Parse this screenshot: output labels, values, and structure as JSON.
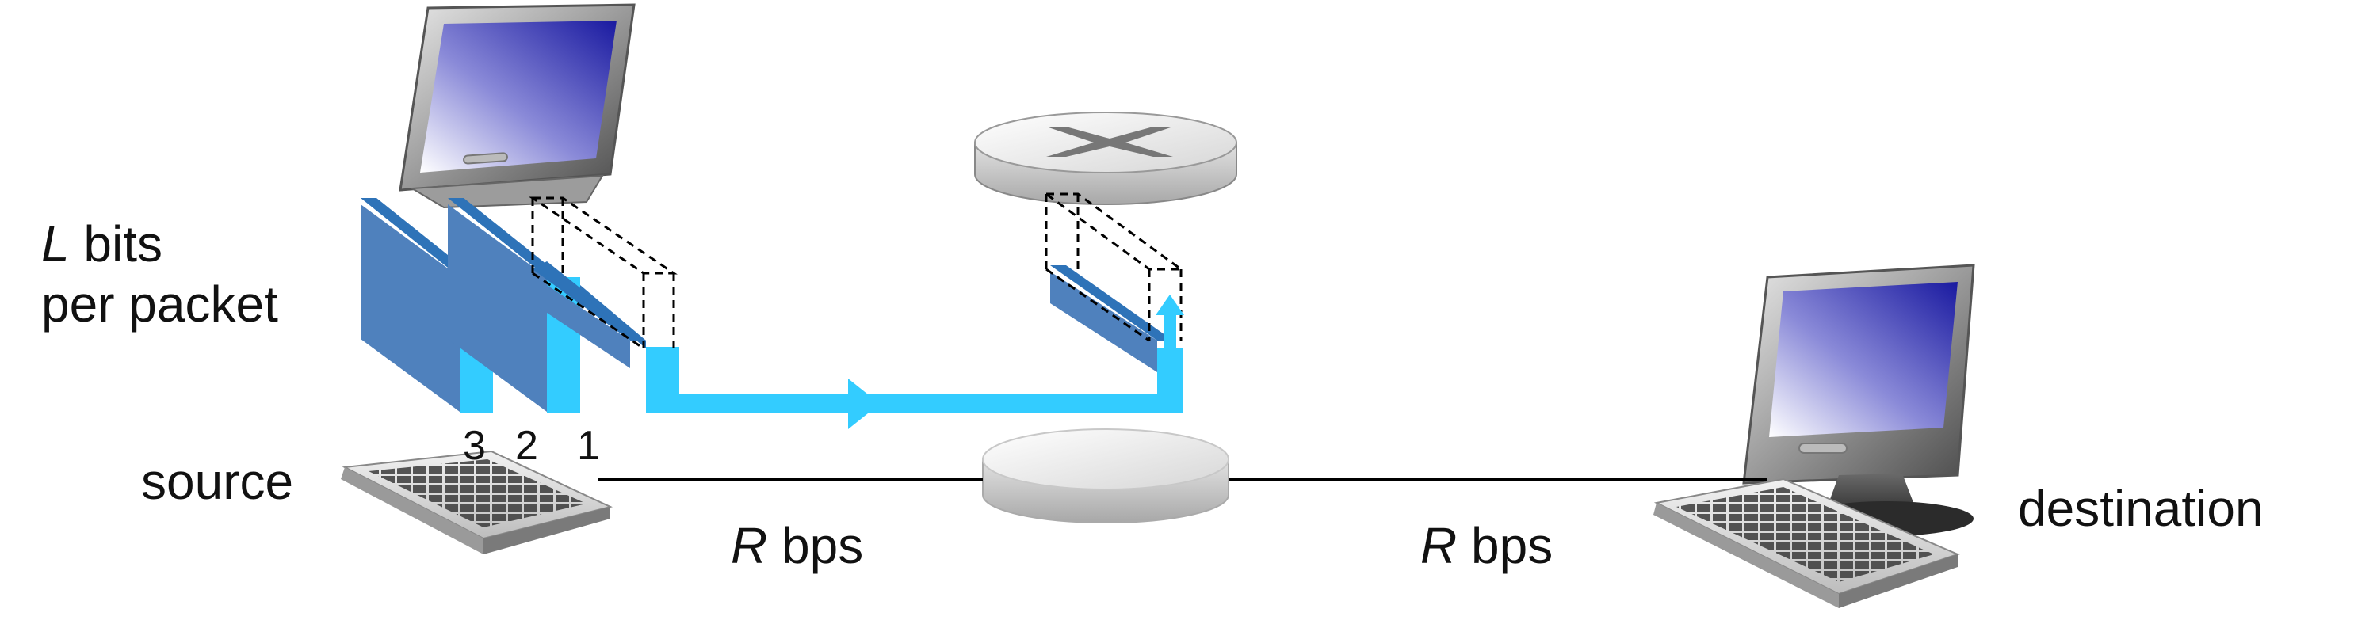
{
  "labels": {
    "packet_size_var": "L",
    "packet_size_line1_rest": " bits",
    "packet_size_line2": "per packet",
    "source": "source",
    "destination": "destination",
    "link1_rate_var": "R",
    "link1_rate_unit": " bps",
    "link2_rate_var": "R",
    "link2_rate_unit": " bps",
    "packet_numbers": [
      "3",
      "2",
      "1"
    ]
  },
  "colors": {
    "packet_face": "#4f81bd",
    "packet_top": "#2e73b8",
    "transmission": "#33ccff",
    "link": "#000000",
    "dashed_outline": "#000000"
  },
  "icons": {
    "source_host": "desktop-computer-icon",
    "destination_host": "desktop-computer-icon",
    "router": "router-icon"
  }
}
